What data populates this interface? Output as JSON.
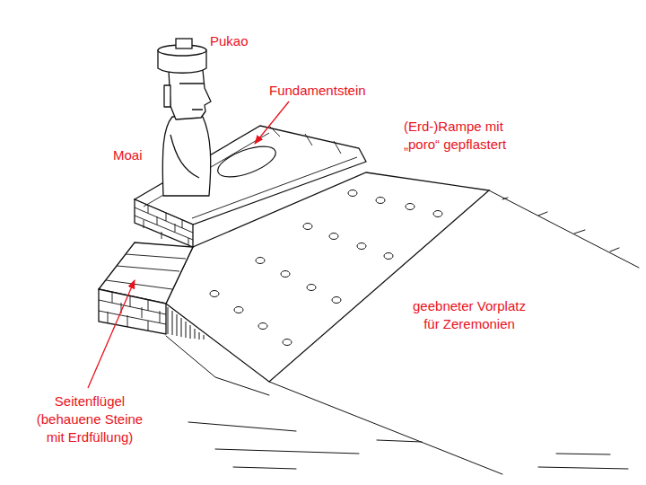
{
  "diagram": {
    "labels": [
      "Pukao",
      "Fundamentstein",
      "(Erd-)Rampe mit „poro“ gepflastert",
      "Moai",
      "geebneter Vorplatz für Zeremonien",
      "Seitenflügel (behauene Steine mit Erdfüllung)"
    ]
  }
}
